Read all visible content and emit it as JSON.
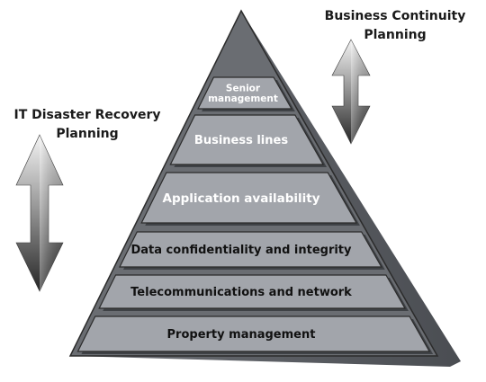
{
  "labels": {
    "it_disaster_recovery": "IT Disaster Recovery Planning",
    "business_continuity": "Business Continuity Planning"
  },
  "layers": [
    {
      "lines": [
        "Senior",
        "management"
      ]
    },
    {
      "lines": [
        "Business lines"
      ]
    },
    {
      "lines": [
        "Application availability"
      ]
    },
    {
      "lines": [
        "Data confidentiality and integrity"
      ]
    },
    {
      "lines": [
        "Telecommunications and network"
      ]
    },
    {
      "lines": [
        "Property management"
      ]
    }
  ],
  "colors": {
    "band_fill": "#a2a5ab",
    "band_stroke": "#2b2b2b",
    "pyramid_shadow": "#5d6066",
    "arrow_light": "#f2f2f2",
    "arrow_dark": "#2a2a2a"
  }
}
